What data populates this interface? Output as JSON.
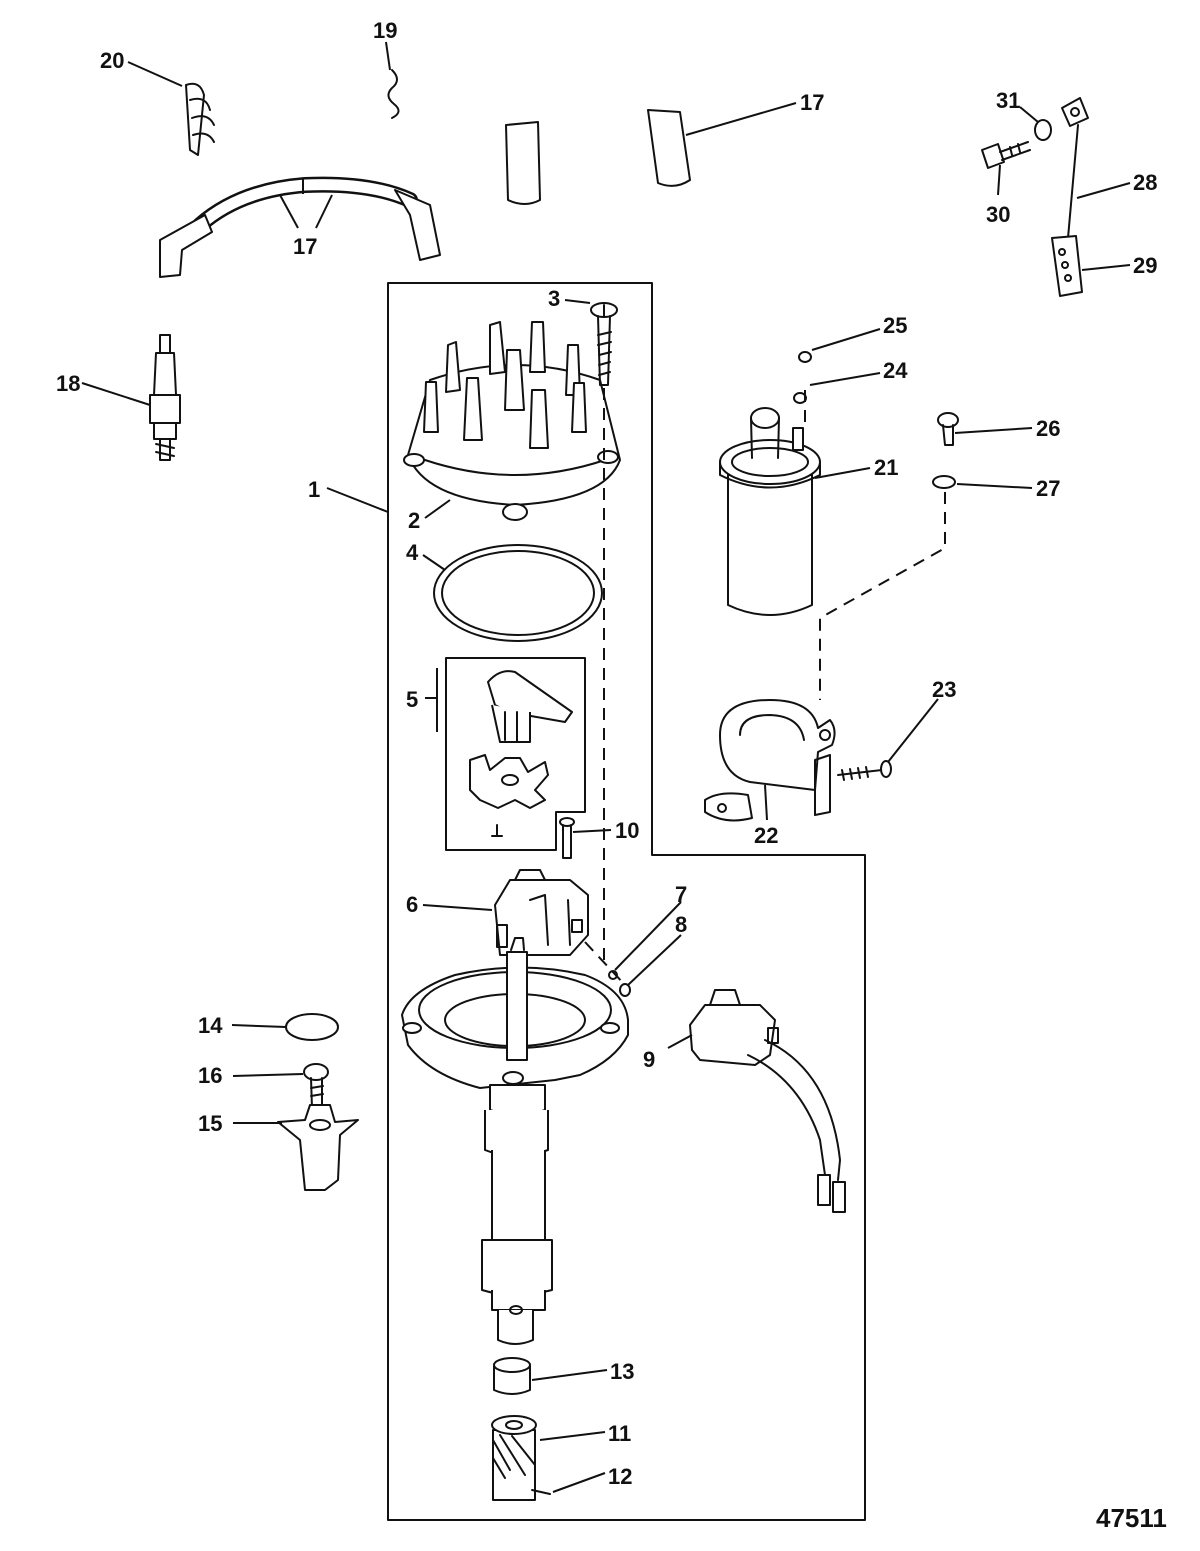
{
  "figure_number": "47511",
  "callouts": {
    "c1": "1",
    "c2": "2",
    "c3": "3",
    "c4": "4",
    "c5": "5",
    "c6": "6",
    "c7": "7",
    "c8": "8",
    "c9": "9",
    "c10": "10",
    "c11": "11",
    "c12": "12",
    "c13": "13",
    "c14": "14",
    "c15": "15",
    "c16": "16",
    "c17a": "17",
    "c17b": "17",
    "c18": "18",
    "c19": "19",
    "c20": "20",
    "c21": "21",
    "c22": "22",
    "c23": "23",
    "c24": "24",
    "c25": "25",
    "c26": "26",
    "c27": "27",
    "c28": "28",
    "c29": "29",
    "c30": "30",
    "c31": "31"
  }
}
